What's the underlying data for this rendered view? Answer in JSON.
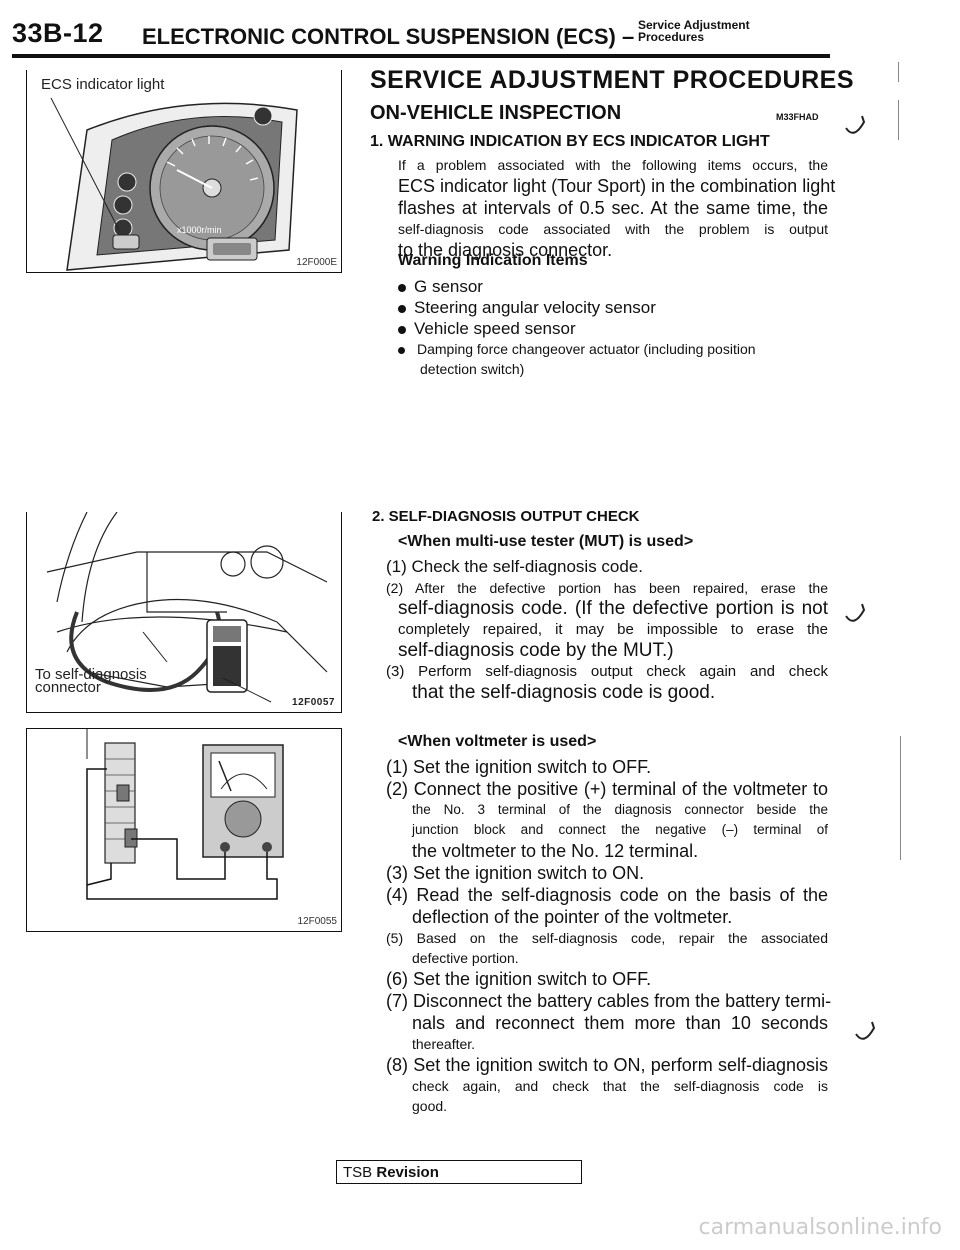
{
  "header": {
    "page_number": "33B-12",
    "section_title": "ELECTRONIC CONTROL SUSPENSION (ECS) –",
    "sub_line1": "Service Adjustment",
    "sub_line2": "Procedures"
  },
  "figures": {
    "fig1": {
      "label": "ECS indicator light",
      "code": "12F000E",
      "gauge_text": "x1000r/min"
    },
    "fig2": {
      "label_line1": "To self-diagnosis",
      "label_line2": "connector",
      "code": "12F0057"
    },
    "fig3": {
      "code": "12F0055"
    }
  },
  "main": {
    "title": "SERVICE ADJUSTMENT PROCEDURES",
    "subtitle": "ON-VEHICLE INSPECTION",
    "subtitle_code": "M33FHAD",
    "section1": {
      "heading": "1. WARNING INDICATION BY ECS INDICATOR LIGHT",
      "lines": [
        "If a problem associated with the following items occurs, the",
        "ECS indicator light (Tour Sport) in the combination light",
        "flashes at intervals of 0.5 sec. At the same time, the",
        "self-diagnosis code associated with the problem is output",
        "to the diagnosis connector."
      ],
      "items_heading": "Warning Indication Items",
      "items": [
        "G sensor",
        "Steering angular velocity sensor",
        "Vehicle speed sensor",
        "Damping force changeover actuator (including position"
      ],
      "item_cont": "detection switch)"
    },
    "section2": {
      "heading": "2. SELF-DIAGNOSIS OUTPUT CHECK",
      "mut_heading": "<When multi-use tester (MUT) is used>",
      "mut_lines": [
        "(1) Check the self-diagnosis code.",
        "(2) After the defective portion has been repaired, erase the",
        "self-diagnosis code. (If the defective portion is not",
        "completely repaired, it may be impossible to erase the",
        "self-diagnosis code by the MUT.)",
        "(3) Perform self-diagnosis output check again and check",
        "that the self-diagnosis code is good."
      ],
      "volt_heading": "<When voltmeter is used>",
      "volt_lines": [
        "(1) Set the ignition switch to OFF.",
        "(2) Connect the positive (+) terminal of the voltmeter to",
        "the No. 3 terminal of the diagnosis connector beside the",
        "junction block and connect the negative (–) terminal of",
        "the voltmeter to the No. 12 terminal.",
        "(3) Set the ignition switch to ON.",
        "(4) Read the self-diagnosis code on the basis of the",
        "deflection of the pointer of the voltmeter.",
        "(5) Based on the self-diagnosis code, repair the associated",
        "defective portion.",
        "(6) Set the ignition switch to OFF.",
        "(7) Disconnect the battery cables from the battery termi-",
        "nals and reconnect them more than 10 seconds",
        "thereafter.",
        "(8) Set the ignition switch to ON, perform self-diagnosis",
        "check again, and check that the self-diagnosis code is",
        "good."
      ]
    }
  },
  "footer": {
    "tsb_prefix": "TSB",
    "tsb_label": "Revision",
    "watermark": "carmanualsonline.info"
  }
}
